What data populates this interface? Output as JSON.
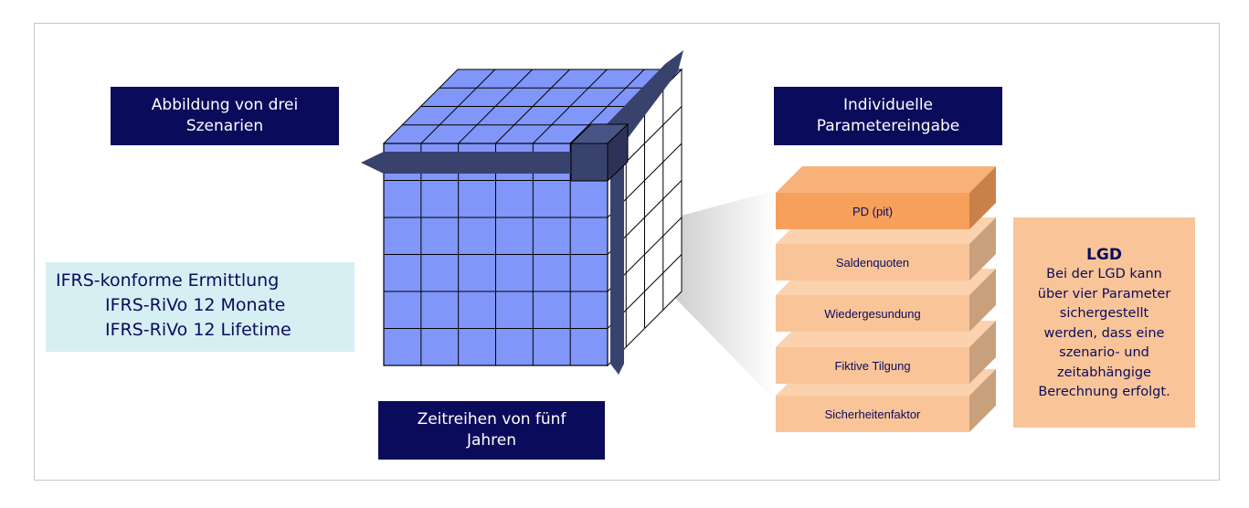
{
  "labels": {
    "scenarios": [
      "Abbildung von drei",
      "Szenarien"
    ],
    "parameters": [
      "Individuelle",
      "Parametereingabe"
    ],
    "timeseries": [
      "Zeitreihen von fünf",
      "Jahren"
    ]
  },
  "ifrs": {
    "lines": [
      "IFRS-konforme Ermittlung",
      "IFRS-RiVo 12 Monate",
      "IFRS-RiVo 12 Lifetime"
    ]
  },
  "stack": {
    "items": [
      "PD (pit)",
      "Saldenquoten",
      "Wiedergesundung",
      "Fiktive Tilgung",
      "Sicherheitenfaktor"
    ]
  },
  "lgd": {
    "title": "LGD",
    "lines": [
      "Bei der LGD kann",
      "über vier Parameter",
      "sichergestellt",
      "werden, dass eine",
      "szenario- und",
      "zeitabhängige",
      "Berechnung erfolgt."
    ]
  },
  "colors": {
    "navy": "#0b0b5c",
    "cube": "#8196f9",
    "bar": "#38426d",
    "orange": "#f6a05c",
    "peach": "#f9c598"
  }
}
